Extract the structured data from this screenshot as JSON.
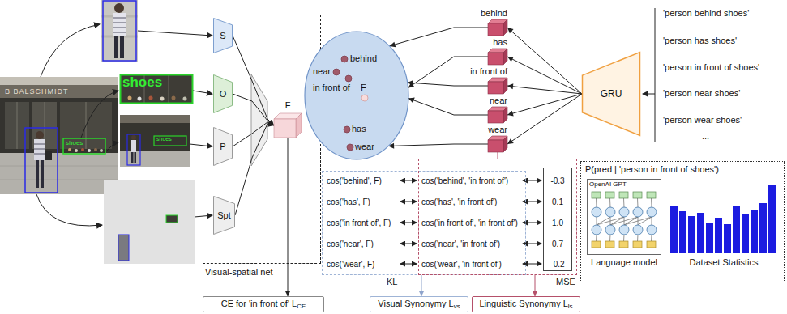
{
  "diagram": {
    "nodes": [
      {
        "text": [
          "Visual-spatial net"
        ]
      },
      {
        "text": [
          "S"
        ],
        "in": 0
      },
      {
        "text": [
          "O"
        ],
        "in": 0
      },
      {
        "text": [
          "P"
        ],
        "in": 0
      },
      {
        "text": [
          "Spt"
        ],
        "in": 0
      },
      {
        "text": [
          "F"
        ],
        "in": 0
      },
      {
        "text": [
          "behind",
          "near",
          "in front of",
          "F",
          "has",
          "wear"
        ]
      },
      {
        "text": [
          "behind"
        ]
      },
      {
        "text": [
          "has"
        ]
      },
      {
        "text": [
          "in front of"
        ]
      },
      {
        "text": [
          "near"
        ]
      },
      {
        "text": [
          "wear"
        ]
      },
      {
        "text": [
          "GRU"
        ]
      },
      {
        "text": [
          "cos('behind', F)",
          "cos('has', F)",
          "cos('in front of', F)",
          "cos('near', F)",
          "cos('wear', F)"
        ]
      },
      {
        "text": [
          "cos('behind', 'in front of')",
          "cos('has', 'in front of')",
          "cos('in front of', 'in front of')",
          "cos('near', 'in front of')",
          "cos('wear', 'in front of')"
        ]
      },
      {
        "text": [
          "-0.3",
          "0.1",
          "1.0",
          "0.7",
          "-0.2"
        ],
        "in": 14
      },
      {
        "text": [
          "P(pred | 'person in front of shoes')"
        ]
      },
      {
        "text": [
          "OpenAI GPT",
          "Language model"
        ],
        "in": 16
      },
      {
        "text": [
          "Dataset Statistics"
        ],
        "in": 16
      },
      {
        "text": [
          "CE for 'in front of' L",
          "CE"
        ]
      },
      {
        "text": [
          "Visual Synonymy L",
          "vs"
        ]
      },
      {
        "text": [
          "Linguistic Synonymy L",
          "ls"
        ]
      }
    ],
    "edges": [
      {
        "from": 1,
        "to": 5,
        "arrow": "to"
      },
      {
        "from": 2,
        "to": 5,
        "arrow": "to"
      },
      {
        "from": 3,
        "to": 5,
        "arrow": "to"
      },
      {
        "from": 4,
        "to": 5,
        "arrow": "to"
      },
      {
        "from": 5,
        "to": 19,
        "arrow": "to"
      },
      {
        "from": 7,
        "to": 6,
        "arrow": "to"
      },
      {
        "from": 8,
        "to": 6,
        "arrow": "to"
      },
      {
        "from": 9,
        "to": 6,
        "arrow": "to"
      },
      {
        "from": 10,
        "to": 6,
        "arrow": "to"
      },
      {
        "from": 11,
        "to": 6,
        "arrow": "to"
      },
      {
        "from": 12,
        "to": 7,
        "arrow": "to"
      },
      {
        "from": 12,
        "to": 8,
        "arrow": "to"
      },
      {
        "from": 12,
        "to": 9,
        "arrow": "to"
      },
      {
        "from": 12,
        "to": 10,
        "arrow": "to"
      },
      {
        "from": 12,
        "to": 11,
        "arrow": "to"
      },
      {
        "from": 11,
        "to": 14,
        "arrow": "none"
      },
      {
        "from": 13,
        "to": 20,
        "arrow": "to"
      },
      {
        "from": 14,
        "to": 21,
        "arrow": "to"
      }
    ],
    "labels": [
      "B BALSCHMIDT",
      "shoes",
      "shoes",
      "shoes",
      "'person behind shoes'",
      "'person has shoes'",
      "'person in front of shoes'",
      "'person near shoes'",
      "'person wear shoes'",
      "...",
      "KL",
      "MSE"
    ]
  }
}
